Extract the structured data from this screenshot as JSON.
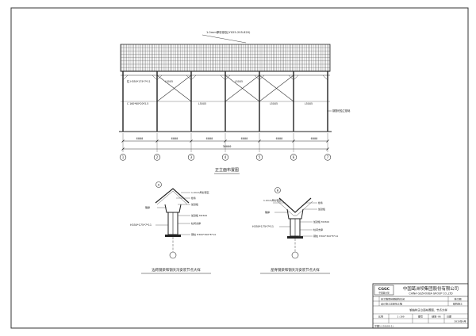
{
  "elevation": {
    "roof_note": "1.0mm厚彩钢瓦(YX25-205-820)",
    "brace_labels": [
      "L50X5",
      "L50X5",
      "L50X5",
      "L50X5",
      "L50X5"
    ],
    "left_notes": [
      "柱 H350*175*7*11",
      "C 160*60*20*2.5"
    ],
    "span_dims": [
      "6000",
      "6000",
      "6000",
      "6000",
      "6000",
      "6000"
    ],
    "total_dim": "36000",
    "axis_labels": [
      "1",
      "2",
      "3",
      "4",
      "5",
      "6",
      "7"
    ],
    "right_note": "钢筋砼独立基础",
    "title": "正立面布置图"
  },
  "detail_left": {
    "labels": [
      "1.0mm厚彩钢瓦",
      "檩条",
      "加劲板",
      "隅撑",
      "加劲板 M1500",
      "H350*175*7*11",
      "柱间支撑",
      "钢柱 H300*300*8*14"
    ],
    "bubble": "A",
    "title": "边跨钢梁和钢天沟安装节点大样"
  },
  "detail_right": {
    "labels": [
      "1.0mm厚彩钢瓦",
      "檩条",
      "加劲板",
      "隅撑",
      "加劲板 M1500",
      "H350*175*7*11",
      "柱间支撑",
      "钢柱 H300*300*8*14"
    ],
    "bubble": "B",
    "title": "屋脊钢梁和钢天沟安装节点大样"
  },
  "titleblock": {
    "logo_text": "CGGC",
    "logo_sub": "中国葛洲坝",
    "company_cn": "中国葛洲坝集团股份有限公司",
    "company_en": "CHINA GEZHOUBA GROUP CO.,LTD",
    "project_lines": [
      "某工程项目钢结构车间",
      "设计施工总承包工程"
    ],
    "right_cells": [
      "施工图",
      "结构施工"
    ],
    "drawing_name": "钢结构正立面布置图、节点大样",
    "bottom_cells": [
      "比例",
      "图号",
      "日期"
    ],
    "scale": "1:100",
    "sheet": "结施-06",
    "date": "2019年4月",
    "footer": "平面1:150(00-1)"
  }
}
